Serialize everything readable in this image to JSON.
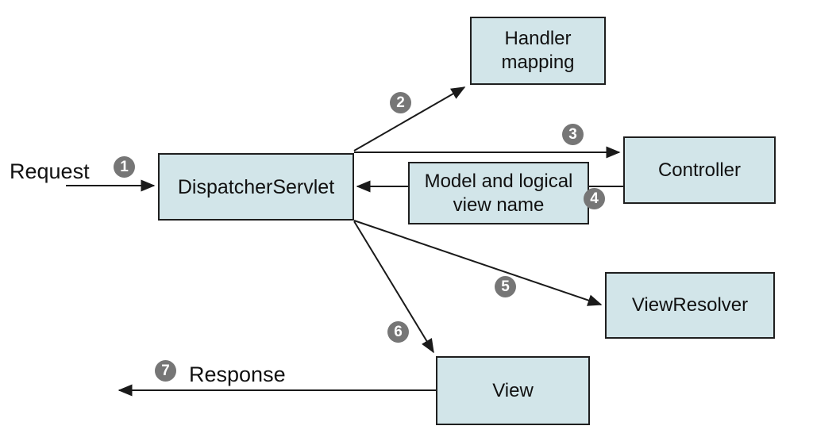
{
  "diagram": {
    "type": "flow-diagram",
    "nodes": [
      {
        "id": "dispatcher-servlet",
        "label": "DispatcherServlet"
      },
      {
        "id": "handler-mapping",
        "label": "Handler mapping"
      },
      {
        "id": "controller",
        "label": "Controller"
      },
      {
        "id": "model-and-logical-view-name",
        "label": "Model and logical view name"
      },
      {
        "id": "view-resolver",
        "label": "ViewResolver"
      },
      {
        "id": "view",
        "label": "View"
      }
    ],
    "flow_labels": {
      "request": "Request",
      "response": "Response"
    },
    "steps": [
      {
        "number": "1"
      },
      {
        "number": "2"
      },
      {
        "number": "3"
      },
      {
        "number": "4"
      },
      {
        "number": "5"
      },
      {
        "number": "6"
      },
      {
        "number": "7"
      }
    ],
    "colors": {
      "background": "#ffffff",
      "node_fill": "#d2e5e9",
      "node_border": "#1f1f1f",
      "arrow": "#1a1a1a",
      "step_circle": "#767676",
      "step_number": "#ffffff",
      "text": "#111111"
    }
  }
}
